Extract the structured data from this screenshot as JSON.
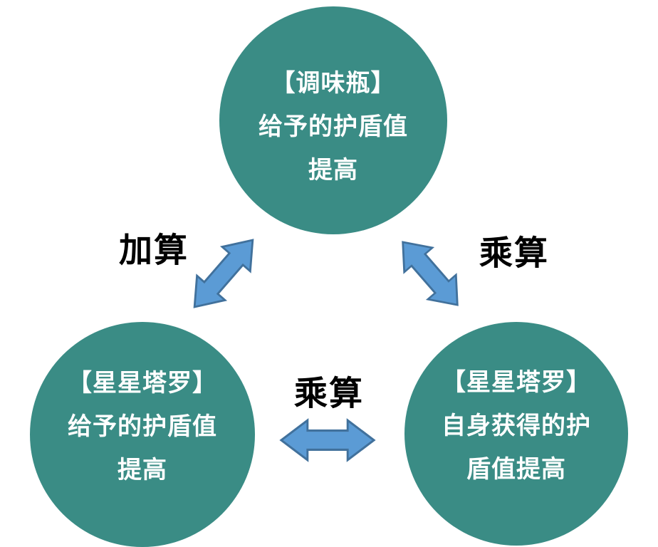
{
  "colors": {
    "background": "#ffffff",
    "circle_fill": "#3A8C85",
    "circle_text": "#ffffff",
    "arrow_fill": "#5B9BD5",
    "arrow_stroke": "#41719C",
    "label_color": "#000000"
  },
  "nodes": [
    {
      "id": "seasoning-bottle",
      "lines": [
        "【调味瓶】",
        "给予的护盾值",
        "提高"
      ]
    },
    {
      "id": "star-tarot-given",
      "lines": [
        "【星星塔罗】",
        "给予的护盾值",
        "提高"
      ]
    },
    {
      "id": "star-tarot-self",
      "lines": [
        "【星星塔罗】",
        "自身获得的护",
        "盾值提高"
      ]
    }
  ],
  "edges": [
    {
      "id": "top-to-bottom-left",
      "label": "加算",
      "type": "double-arrow"
    },
    {
      "id": "top-to-bottom-right",
      "label": "乘算",
      "type": "double-arrow"
    },
    {
      "id": "bottom-left-to-bottom-right",
      "label": "乘算",
      "type": "double-arrow"
    }
  ]
}
